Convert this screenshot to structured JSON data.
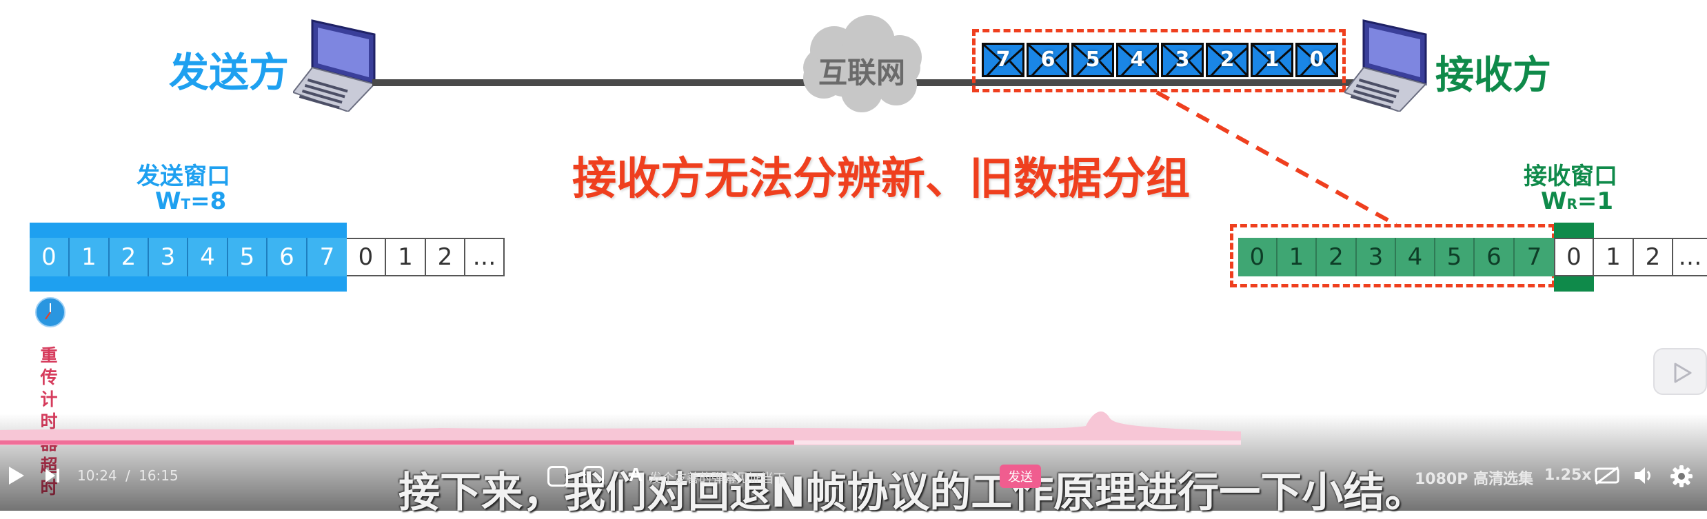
{
  "slide": {
    "sender_label": "发送方",
    "receiver_label": "接收方",
    "internet_label": "互联网",
    "packets": [
      "7",
      "6",
      "5",
      "4",
      "3",
      "2",
      "1",
      "0"
    ],
    "headline": "接收方无法分辨新、旧数据分组",
    "send_window": {
      "title": "发送窗口",
      "size_label": "W",
      "size_sub": "T",
      "size_value": "=8"
    },
    "recv_window": {
      "title": "接收窗口",
      "size_label": "W",
      "size_sub": "R",
      "size_value": "=1"
    },
    "send_cells_in": [
      "0",
      "1",
      "2",
      "3",
      "4",
      "5",
      "6",
      "7"
    ],
    "send_cells_out": [
      "0",
      "1",
      "2",
      "…"
    ],
    "recv_cells_in": [
      "0",
      "1",
      "2",
      "3",
      "4",
      "5",
      "6",
      "7"
    ],
    "recv_cell_window": "0",
    "recv_cells_out": [
      "1",
      "2",
      "…"
    ],
    "timeout_chars": [
      "重",
      "传",
      "计",
      "时",
      "器",
      "超",
      "时"
    ],
    "colors": {
      "blue": "#1ea0f0",
      "green": "#0f8a4a",
      "red": "#ef3f1e",
      "window_blue": "#3db4f2",
      "window_green": "#3fa673"
    }
  },
  "player": {
    "current_time": "10:24",
    "separator": "/",
    "duration": "16:15",
    "quality": "1080P 高清",
    "episodes": "选集",
    "speed": "1.25x",
    "danmaku_placeholder": "发个友善的弹幕见证当下",
    "send_button": "发送",
    "progress_percent": 64,
    "subtitle": "接下来，我们对回退N帧协议的工作原理进行一下小结。"
  }
}
